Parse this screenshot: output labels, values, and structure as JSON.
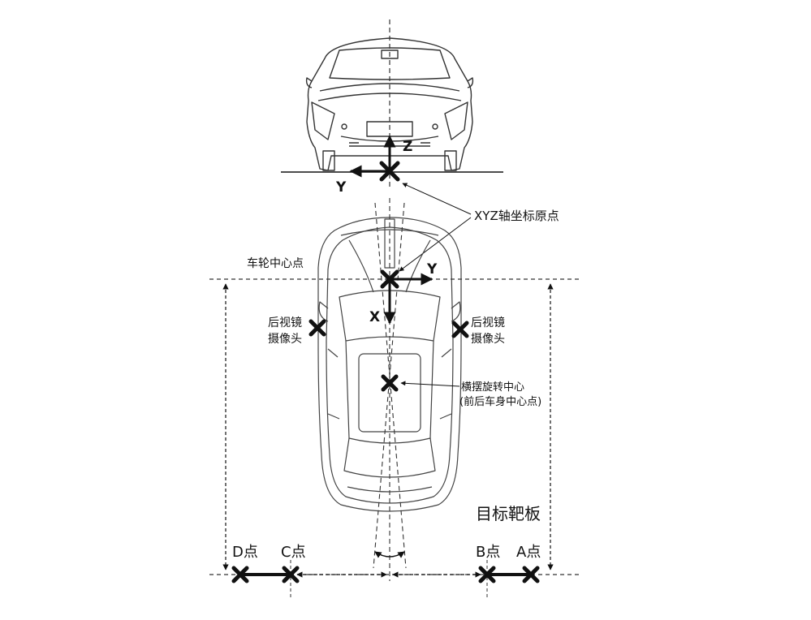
{
  "labels": {
    "axis_z": "Z",
    "axis_y_front": "Y",
    "origin_callout": "XYZ轴坐标原点",
    "wheel_center": "车轮中心点",
    "axis_y_top": "Y",
    "axis_x_top": "X",
    "mirror_cam_left_1": "后视镜",
    "mirror_cam_left_2": "摄像头",
    "mirror_cam_right_1": "后视镜",
    "mirror_cam_right_2": "摄像头",
    "yaw_center_1": "横摆旋转中心",
    "yaw_center_2": "(前后车身中心点)",
    "target_board": "目标靶板",
    "point_d": "D点",
    "point_c": "C点",
    "point_b": "B点",
    "point_a": "A点"
  },
  "colors": {
    "ink": "#111111",
    "line": "#333333",
    "marker": "#1a1a1a"
  },
  "icons": {
    "marker": "x-cross-marker",
    "arrow": "arrow-head"
  }
}
